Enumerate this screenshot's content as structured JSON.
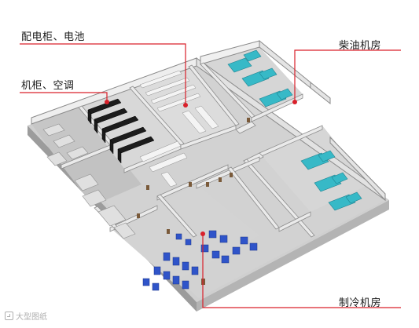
{
  "labels": {
    "distribution": "配电柜、电池",
    "racks": "机柜、空调",
    "diesel": "柴油机房",
    "chiller": "制冷机房"
  },
  "watermark": "大型图纸",
  "colors": {
    "leader_line": "#d9202a",
    "floor": "#c9c9c9",
    "wall_top": "#e6e6e6",
    "wall_side": "#9e9e9e",
    "rack": "#1c1c1c",
    "generator": "#37b9c7",
    "chiller_unit": "#2f54c9"
  }
}
